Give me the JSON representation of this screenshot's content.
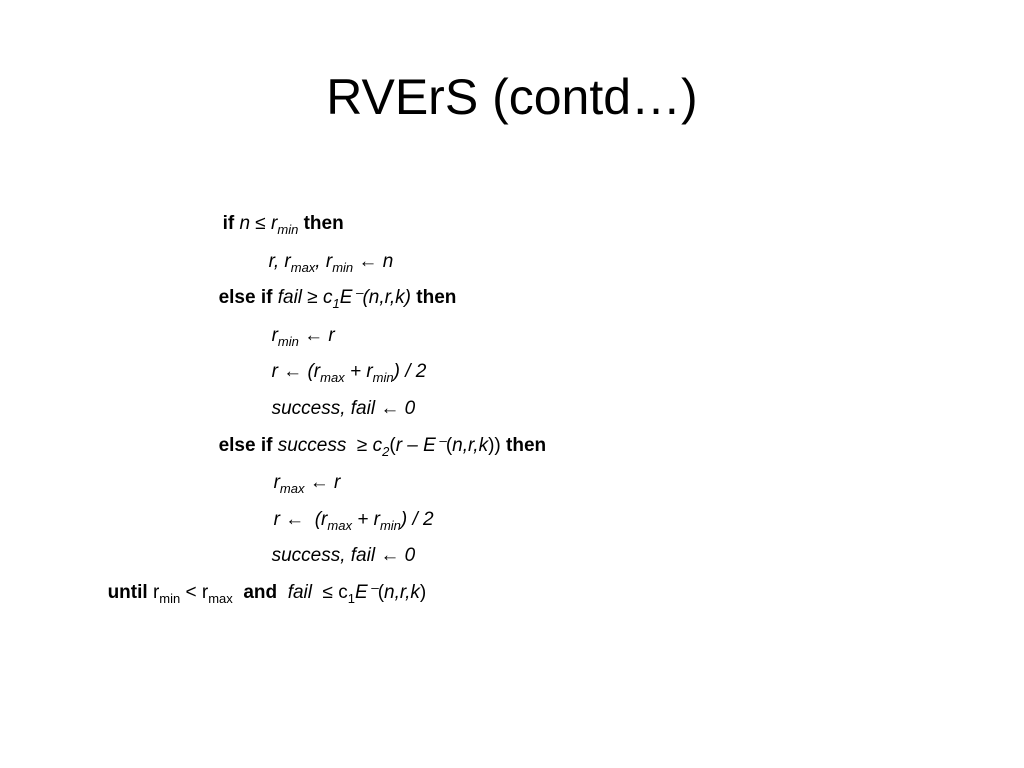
{
  "slide": {
    "title": "RVErS (contd…)"
  },
  "algorithm": {
    "line1": {
      "kw_if": "if",
      "n": "n",
      "op_le": " ≤ ",
      "r": "r",
      "r_sub": "min",
      "kw_then": "then"
    },
    "line2": {
      "r": "r, r",
      "max": "max",
      "comma": ", r",
      "min": "min",
      "assign": " ← n"
    },
    "line3": {
      "kw_else_if": "else if",
      "fail": "fail",
      "ge": " ≥ c",
      "c_sub": "1",
      "expr": "E⁻(n,r,k)",
      "kw_then": "then"
    },
    "line4": {
      "r": "r",
      "min": "min",
      "assign": " ← r"
    },
    "line5": {
      "left": "r ← (r",
      "max": "max",
      "plus": " + r",
      "min": "min",
      "right": ") / 2"
    },
    "line6": {
      "text": "success, fail ← 0"
    },
    "line7": {
      "kw_else_if": "else if",
      "success": "success",
      "ge": "  ≥ c",
      "c_sub": "2",
      "paren_open": "(",
      "r_minus": "r – E⁻",
      "paren_args_open": "(",
      "args": "n,r,k",
      "paren_close": "))",
      "kw_then": "then"
    },
    "line8": {
      "r": "r",
      "max": "max",
      "assign": " ← r"
    },
    "line9": {
      "left": "r ←  (r",
      "max": "max",
      "plus": " + r",
      "min": "min",
      "right": ") / 2"
    },
    "line10": {
      "text": "success, fail ← 0"
    },
    "line11": {
      "kw_until": "until",
      "r1": "r",
      "min": "min",
      "lt": " < r",
      "max": "max",
      "kw_and": "and",
      "fail": "fail",
      "le": "  ≤ c",
      "c_sub": "1",
      "e": "E⁻",
      "paren_open": "(",
      "args": "n,r,k",
      "paren_close": ")"
    }
  }
}
